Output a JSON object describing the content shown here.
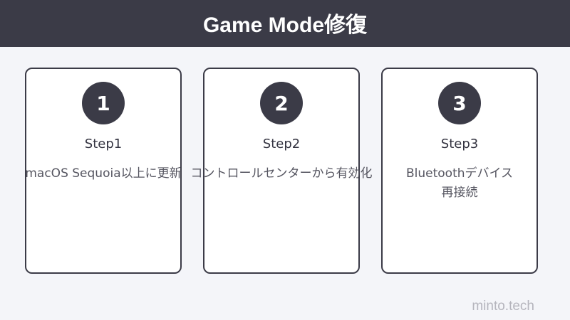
{
  "header": {
    "title": "Game Mode修復",
    "background": "#3b3b47"
  },
  "steps": [
    {
      "number": "1",
      "label": "Step1",
      "description": "macOS Sequoia以上に更新"
    },
    {
      "number": "2",
      "label": "Step2",
      "description": "コントロールセンターから有効化"
    },
    {
      "number": "3",
      "label": "Step3",
      "description_lines": [
        "Bluetoothデバイス",
        "再接続"
      ]
    }
  ],
  "watermark": "minto.tech",
  "colors": {
    "accent": "#3b3b47",
    "background": "#f4f5f9",
    "card": "#ffffff",
    "text_secondary": "#555560",
    "watermark": "#b5b5bd"
  }
}
